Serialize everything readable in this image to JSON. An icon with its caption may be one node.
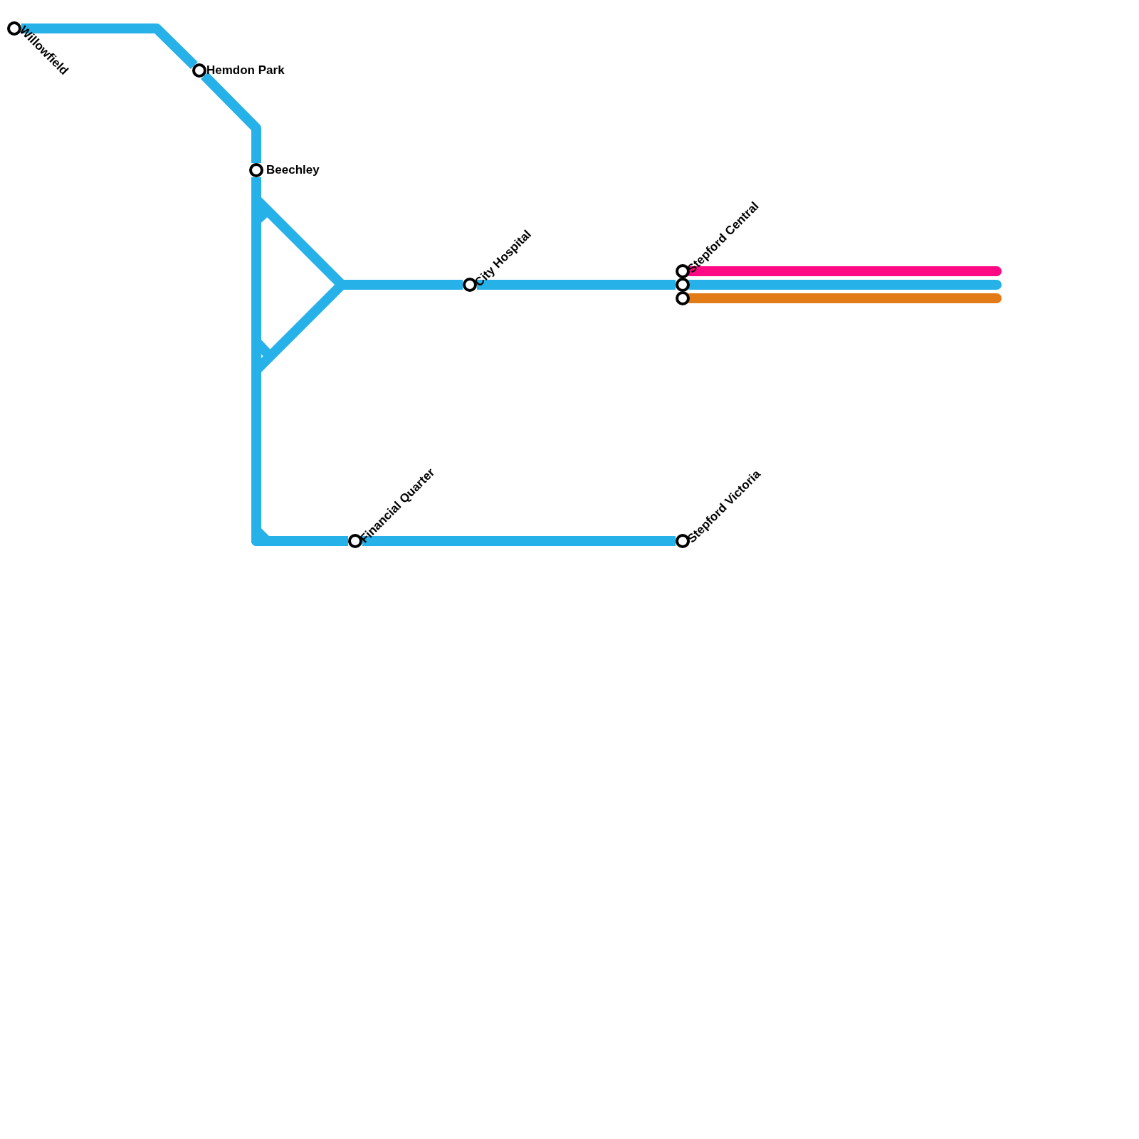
{
  "diagram": {
    "nodes": [
      {
        "text": [],
        "shape": "circle",
        "beside": [
          "Willowfield"
        ]
      },
      {
        "text": [],
        "shape": "circle",
        "beside": [
          "Hemdon Park"
        ]
      },
      {
        "text": [],
        "shape": "circle",
        "beside": [
          "Beechley"
        ]
      },
      {
        "text": [],
        "shape": "circle",
        "beside": [
          "City Hospital"
        ]
      },
      {
        "text": [],
        "shape": "circle",
        "beside": [
          "Stepford Central"
        ]
      },
      {
        "text": [],
        "shape": "circle"
      },
      {
        "text": [],
        "shape": "circle"
      },
      {
        "text": [],
        "shape": "circle",
        "beside": [
          "Financial Quarter"
        ]
      },
      {
        "text": [],
        "shape": "circle",
        "beside": [
          "Stepford Victoria"
        ]
      }
    ],
    "edges": [
      {
        "from": 0,
        "to": 1,
        "arrow": "none"
      },
      {
        "from": 1,
        "to": 2,
        "arrow": "none"
      },
      {
        "from": 2,
        "to": 3,
        "arrow": "none"
      },
      {
        "from": 2,
        "to": 7,
        "arrow": "none"
      },
      {
        "from": 7,
        "to": 3,
        "arrow": "none"
      },
      {
        "from": 3,
        "to": 5,
        "arrow": "none"
      },
      {
        "from": 7,
        "to": 8,
        "arrow": "none"
      },
      {
        "from": 4,
        "to": null,
        "arrow": "none",
        "color": "#ff0a84"
      },
      {
        "from": 5,
        "to": null,
        "arrow": "none"
      },
      {
        "from": 6,
        "to": null,
        "arrow": "none",
        "color": "#e27a18"
      }
    ]
  }
}
